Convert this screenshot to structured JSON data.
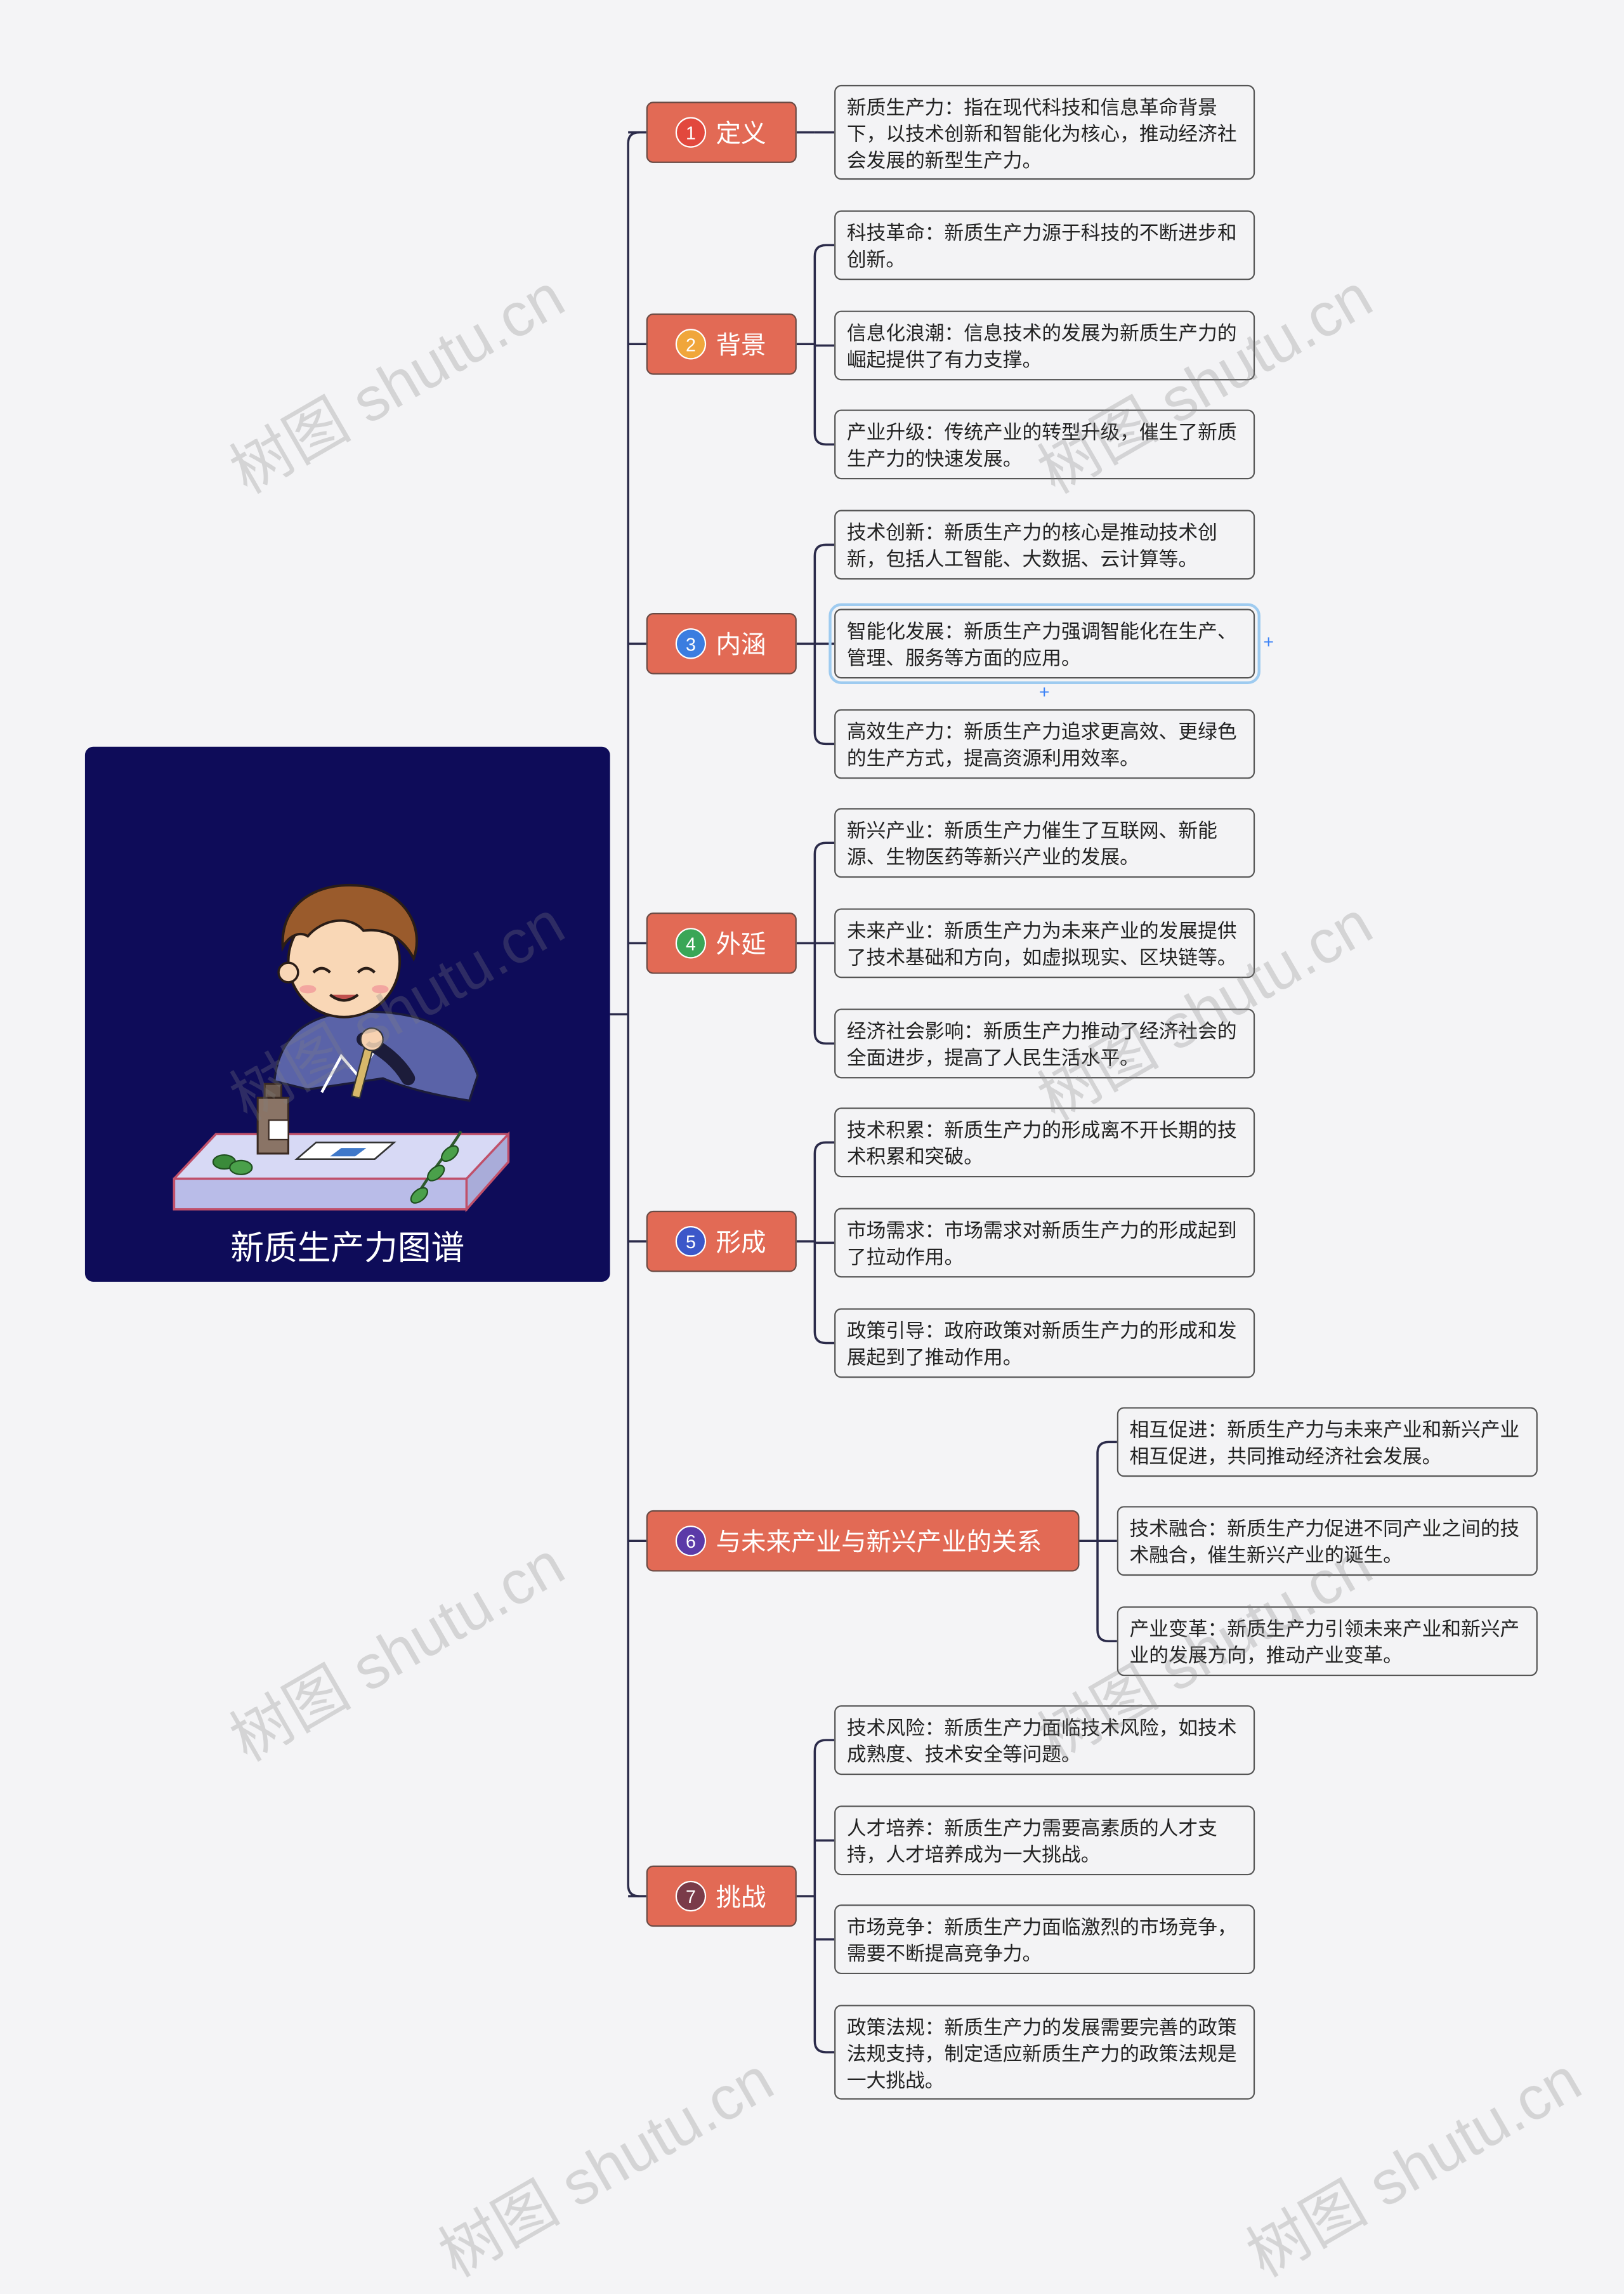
{
  "colors": {
    "root_bg": "#0e0c59",
    "topic_bg": "#e26a55",
    "leaf_bg": "#f3f3f5",
    "line": "#2b2b4a",
    "page_bg": "#f4f4f6"
  },
  "root": {
    "title": "新质生产力图谱",
    "illustration": "boy-with-microscope-slide-illustration"
  },
  "topics": [
    {
      "num": "1",
      "label": "定义",
      "badge_color": "#e2483d",
      "items": [
        "新质生产力：指在现代科技和信息革命背景下，以技术创新和智能化为核心，推动经济社会发展的新型生产力。"
      ]
    },
    {
      "num": "2",
      "label": "背景",
      "badge_color": "#f0a63b",
      "items": [
        "科技革命：新质生产力源于科技的不断进步和创新。",
        "信息化浪潮：信息技术的发展为新质生产力的崛起提供了有力支撑。",
        "产业升级：传统产业的转型升级，催生了新质生产力的快速发展。"
      ]
    },
    {
      "num": "3",
      "label": "内涵",
      "badge_color": "#3b7de0",
      "items": [
        "技术创新：新质生产力的核心是推动技术创新，包括人工智能、大数据、云计算等。",
        "智能化发展：新质生产力强调智能化在生产、管理、服务等方面的应用。",
        "高效生产力：新质生产力追求更高效、更绿色的生产方式，提高资源利用效率。"
      ]
    },
    {
      "num": "4",
      "label": "外延",
      "badge_color": "#3aa657",
      "items": [
        "新兴产业：新质生产力催生了互联网、新能源、生物医药等新兴产业的发展。",
        "未来产业：新质生产力为未来产业的发展提供了技术基础和方向，如虚拟现实、区块链等。",
        "经济社会影响：新质生产力推动了经济社会的全面进步，提高了人民生活水平。"
      ]
    },
    {
      "num": "5",
      "label": "形成",
      "badge_color": "#3c57c9",
      "items": [
        "技术积累：新质生产力的形成离不开长期的技术积累和突破。",
        "市场需求：市场需求对新质生产力的形成起到了拉动作用。",
        "政策引导：政府政策对新质生产力的形成和发展起到了推动作用。"
      ]
    },
    {
      "num": "6",
      "label": "与未来产业与新兴产业的关系",
      "badge_color": "#5b3aa8",
      "items": [
        "相互促进：新质生产力与未来产业和新兴产业相互促进，共同推动经济社会发展。",
        "技术融合：新质生产力促进不同产业之间的技术融合，催生新兴产业的诞生。",
        "产业变革：新质生产力引领未来产业和新兴产业的发展方向，推动产业变革。"
      ]
    },
    {
      "num": "7",
      "label": "挑战",
      "badge_color": "#7a3b49",
      "items": [
        "技术风险：新质生产力面临技术风险，如技术成熟度、技术安全等问题。",
        "人才培养：新质生产力需要高素质的人才支持，人才培养成为一大挑战。",
        "市场竞争：新质生产力面临激烈的市场竞争，需要不断提高竞争力。",
        "政策法规：新质生产力的发展需要完善的政策法规支持，制定适应新质生产力的政策法规是一大挑战。"
      ]
    }
  ],
  "ui": {
    "add_child": "+",
    "add_sibling": "+"
  },
  "watermark": "树图 shutu.cn"
}
